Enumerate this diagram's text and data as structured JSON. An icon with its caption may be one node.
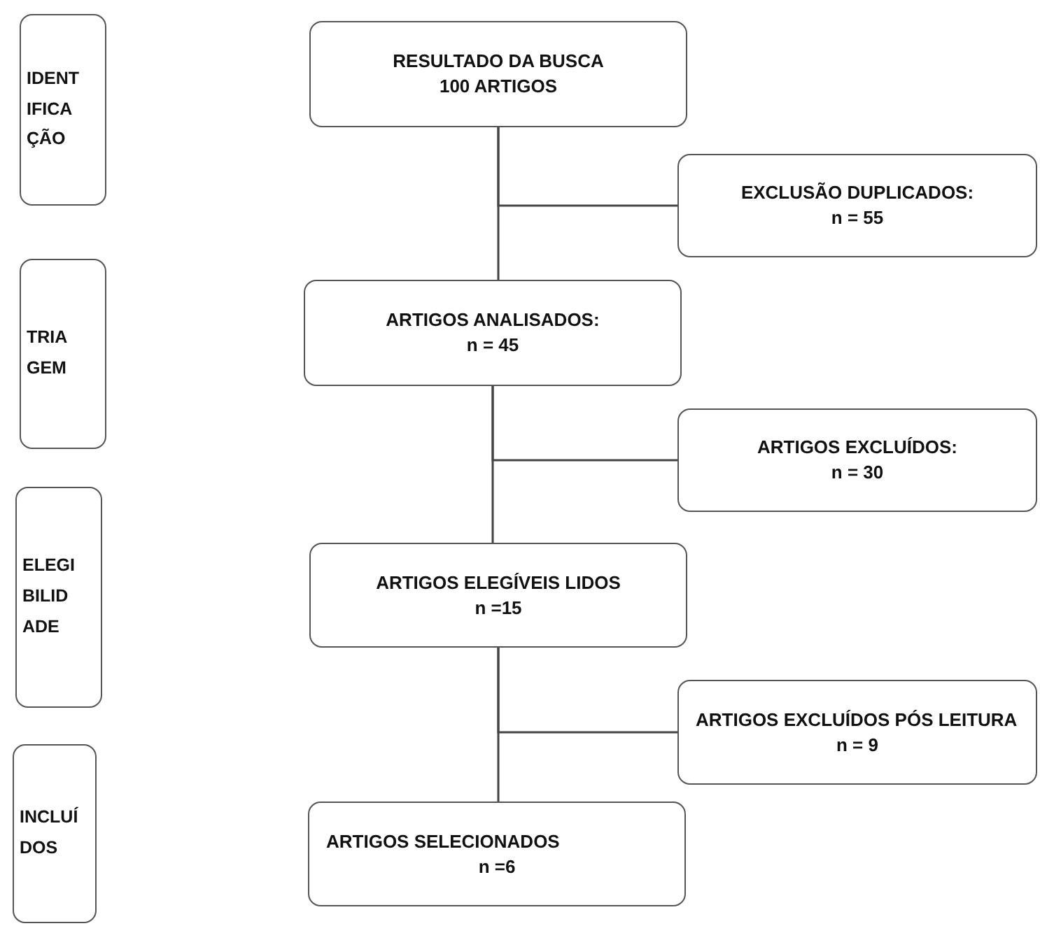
{
  "diagram": {
    "nodes": [
      {
        "text": [
          "IDENT IFICA ÇÃO"
        ]
      },
      {
        "text": [
          "RESULTADO DA BUSCA",
          "100 ARTIGOS"
        ]
      },
      {
        "text": [
          "EXCLUSÃO DUPLICADOS:",
          "n = 55"
        ]
      },
      {
        "text": [
          "TRIA GEM"
        ]
      },
      {
        "text": [
          "ARTIGOS ANALISADOS:",
          "n = 45"
        ]
      },
      {
        "text": [
          "ARTIGOS EXCLUÍDOS:",
          "n = 30"
        ]
      },
      {
        "text": [
          "ELEGI BILID ADE"
        ]
      },
      {
        "text": [
          "ARTIGOS ELEGÍVEIS LIDOS",
          "n =15"
        ]
      },
      {
        "text": [
          "ARTIGOS EXCLUÍDOS PÓS LEITURA",
          "n = 9"
        ]
      },
      {
        "text": [
          "INCLUÍ DOS"
        ]
      },
      {
        "text": [
          "ARTIGOS SELECIONADOS",
          "n =6"
        ]
      }
    ],
    "edges": [
      {
        "from": 1,
        "to": 4,
        "arrow": "none"
      },
      {
        "from": 1,
        "to": 2,
        "arrow": "none"
      },
      {
        "from": 4,
        "to": 7,
        "arrow": "none"
      },
      {
        "from": 4,
        "to": 5,
        "arrow": "none"
      },
      {
        "from": 7,
        "to": 10,
        "arrow": "none"
      },
      {
        "from": 7,
        "to": 8,
        "arrow": "none"
      }
    ]
  }
}
